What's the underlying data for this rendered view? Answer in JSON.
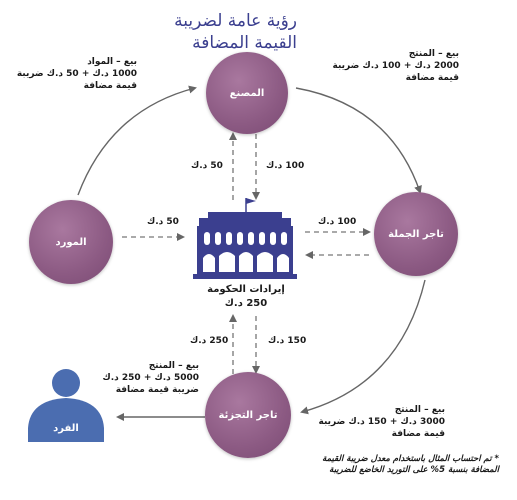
{
  "title": {
    "line1": "رؤية عامة لضريبة",
    "line2": "القيمة المضافة"
  },
  "nodes": {
    "factory": "المصنع",
    "wholesaler": "تاجر الجملة",
    "retailer": "تاجر التجزئة",
    "supplier": "المورد",
    "individual": "الفرد"
  },
  "government": {
    "label": "إيرادات الحكومة",
    "amount": "250 د.ك"
  },
  "flows": {
    "supplier_to_gov": "50 د.ك",
    "gov_to_factory": "50 د.ك",
    "factory_to_gov": "100 د.ك",
    "wholesaler_to_gov": "100 د.ك",
    "gov_to_retailer": "250 د.ك",
    "retailer_to_gov": "150 د.ك"
  },
  "sales": {
    "materials": {
      "line1": "بيع – المواد",
      "line2": "1000 د.ك + 50 د.ك ضريبة",
      "line3": "قيمة مضافة"
    },
    "product_factory": {
      "line1": "بيع – المنتج",
      "line2": "2000 د.ك + 100 د.ك ضريبة",
      "line3": "قيمة مضافة"
    },
    "product_wholesale": {
      "line1": "بيع – المنتج",
      "line2": "3000 د.ك + 150 د.ك ضريبة",
      "line3": "قيمة مضافة"
    },
    "product_retail": {
      "line1": "بيع – المنتج",
      "line2": "5000 د.ك + 250 د.ك",
      "line3": "ضريبة قيمة مضافة"
    }
  },
  "footnote": {
    "line1": "* تم احتساب المثال باستخدام معدل ضريبة القيمة",
    "line2": "المضافة بنسبة 5% على التوريد الخاضع للضريبة"
  },
  "colors": {
    "node": "#8c5a83",
    "building": "#3b3f8f",
    "person": "#4b6db0",
    "arrow": "#666666",
    "title": "#3b3f8f"
  }
}
